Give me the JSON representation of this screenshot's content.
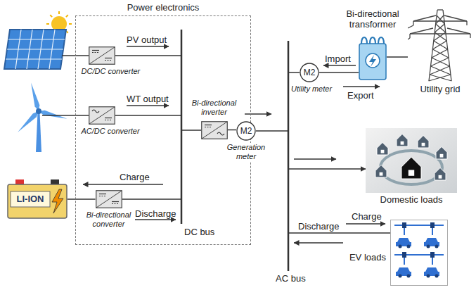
{
  "diagram": {
    "nodes": [
      {
        "text": [
          "Power electronics"
        ]
      },
      {
        "text": [
          "DC/DC converter"
        ],
        "in": 0
      },
      {
        "text": [
          "AC/DC converter"
        ],
        "in": 0
      },
      {
        "text": [
          "Bi-directional inverter"
        ],
        "in": 0
      },
      {
        "text": [
          "M2",
          "Generation meter"
        ]
      },
      {
        "text": [
          "LI-ION"
        ]
      },
      {
        "text": [
          "Bi-directional converter"
        ],
        "in": 0
      },
      {
        "text": [
          "Bi-directional transformer"
        ]
      },
      {
        "text": [
          "M2",
          "Utility meter"
        ]
      },
      {
        "text": [
          "Utility grid"
        ]
      },
      {
        "text": [
          "Domestic loads"
        ]
      },
      {
        "text": [
          "EV loads"
        ]
      }
    ],
    "edges": [
      {
        "from": 5,
        "to": 6,
        "arrow": "none"
      },
      {
        "from": 3,
        "to": 4,
        "arrow": "none"
      },
      {
        "from": 8,
        "to": 7,
        "arrow": "none"
      },
      {
        "from": 7,
        "to": 9,
        "arrow": "none"
      }
    ],
    "labels": [
      "PV output",
      "WT output",
      "Charge",
      "Discharge",
      "DC bus",
      "Import",
      "Export",
      "AC bus",
      "Charge",
      "Discharge"
    ]
  }
}
